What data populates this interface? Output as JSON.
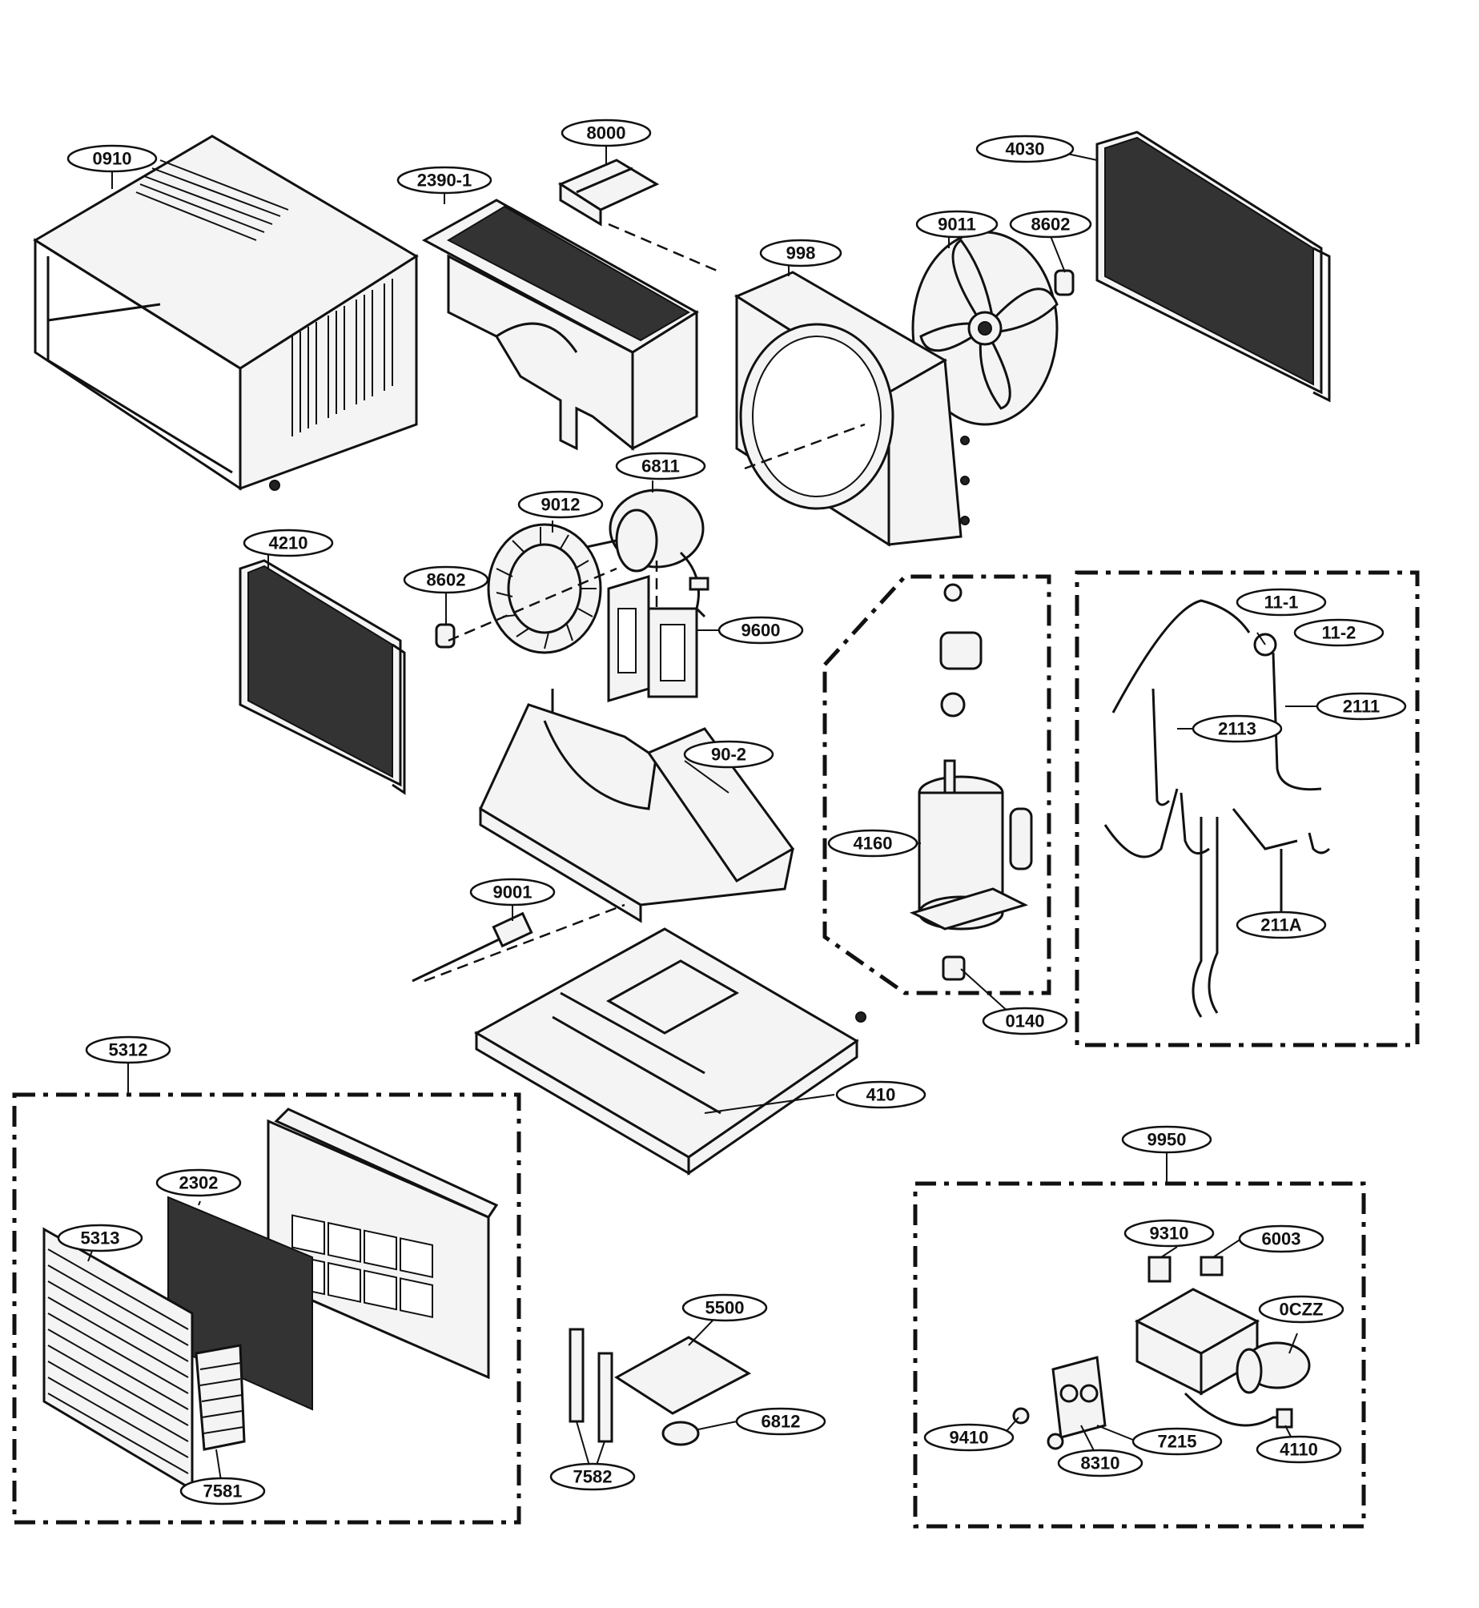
{
  "diagram": {
    "callouts": [
      {
        "id": "c0910",
        "label": "0910"
      },
      {
        "id": "c2390_1",
        "label": "2390-1"
      },
      {
        "id": "c8000",
        "label": "8000"
      },
      {
        "id": "c4030",
        "label": "4030"
      },
      {
        "id": "c9011",
        "label": "9011"
      },
      {
        "id": "c8602a",
        "label": "8602"
      },
      {
        "id": "c998",
        "label": "998"
      },
      {
        "id": "c6811",
        "label": "6811"
      },
      {
        "id": "c9012",
        "label": "9012"
      },
      {
        "id": "c4210",
        "label": "4210"
      },
      {
        "id": "c8602b",
        "label": "8602"
      },
      {
        "id": "c9600",
        "label": "9600"
      },
      {
        "id": "c90_2",
        "label": "90-2"
      },
      {
        "id": "c11_1",
        "label": "11-1"
      },
      {
        "id": "c11_2",
        "label": "11-2"
      },
      {
        "id": "c2111",
        "label": "2111"
      },
      {
        "id": "c2113",
        "label": "2113"
      },
      {
        "id": "c4160",
        "label": "4160"
      },
      {
        "id": "c211A",
        "label": "211A"
      },
      {
        "id": "c9001",
        "label": "9001"
      },
      {
        "id": "c0140",
        "label": "0140"
      },
      {
        "id": "c410",
        "label": "410"
      },
      {
        "id": "c5312",
        "label": "5312"
      },
      {
        "id": "c9950",
        "label": "9950"
      },
      {
        "id": "c2302",
        "label": "2302"
      },
      {
        "id": "c5313",
        "label": "5313"
      },
      {
        "id": "c9310",
        "label": "9310"
      },
      {
        "id": "c6003",
        "label": "6003"
      },
      {
        "id": "c0CZZ",
        "label": "0CZZ"
      },
      {
        "id": "c5500",
        "label": "5500"
      },
      {
        "id": "c6812",
        "label": "6812"
      },
      {
        "id": "c9410",
        "label": "9410"
      },
      {
        "id": "c7215",
        "label": "7215"
      },
      {
        "id": "c8310",
        "label": "8310"
      },
      {
        "id": "c4110",
        "label": "4110"
      },
      {
        "id": "c7581",
        "label": "7581"
      },
      {
        "id": "c7582",
        "label": "7582"
      }
    ]
  }
}
